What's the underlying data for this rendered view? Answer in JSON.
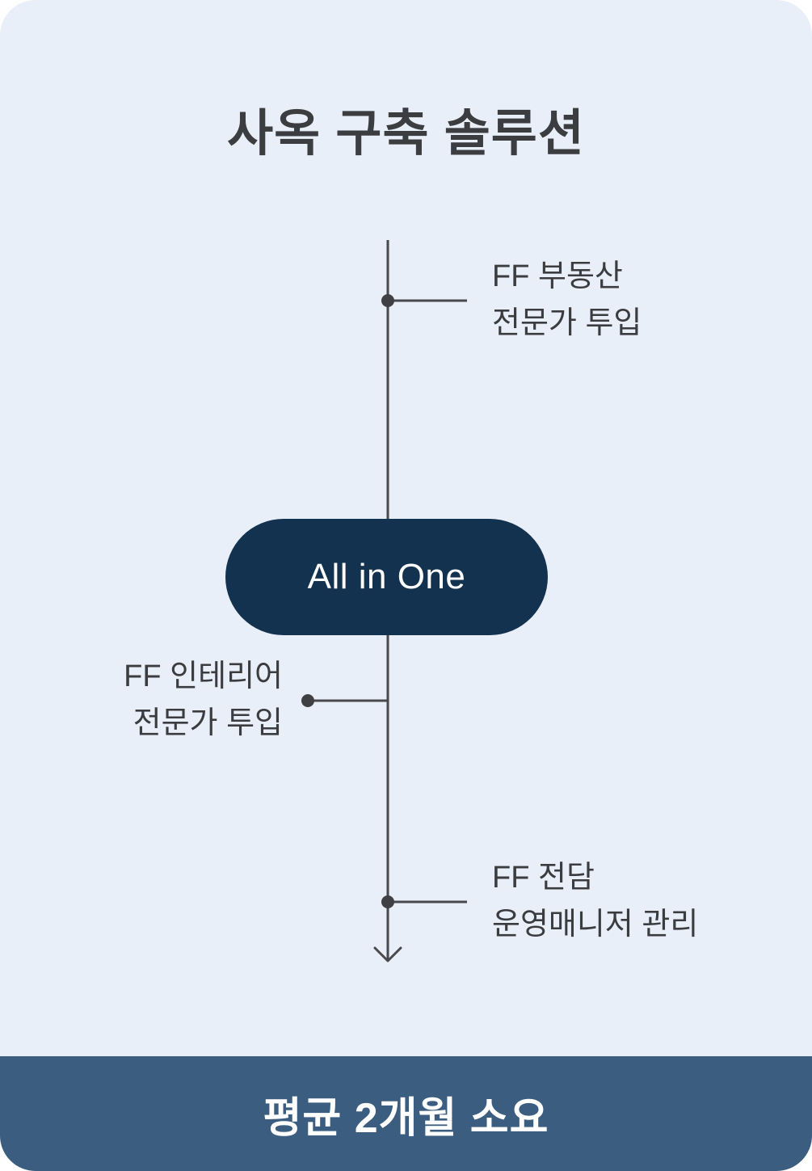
{
  "title": "사옥 구축 솔루션",
  "center_node": {
    "label": "All in One"
  },
  "steps": [
    {
      "line1": "FF 부동산",
      "line2": "전문가 투입"
    },
    {
      "line1": "FF 인테리어",
      "line2": "전문가 투입"
    },
    {
      "line1": "FF 전담",
      "line2": "운영매니저 관리"
    }
  ],
  "footer": {
    "label": "평균 2개월 소요"
  },
  "colors": {
    "background": "#e8eff8",
    "title_text": "#3c3d40",
    "line": "#48494c",
    "pill": "#133250",
    "footer": "#3b5d80",
    "footer_text": "#ffffff"
  }
}
